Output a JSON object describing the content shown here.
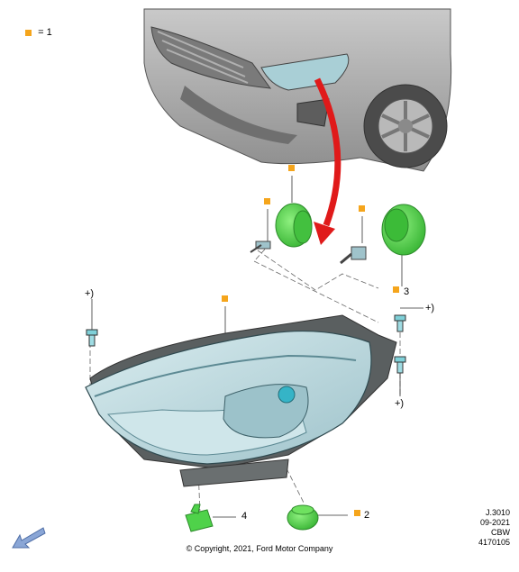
{
  "legend": {
    "equals_label": "=",
    "value": "1"
  },
  "callouts": {
    "item_2": "2",
    "item_3": "3",
    "item_4": "4",
    "plus_1": "+)",
    "plus_2": "+)",
    "plus_3": "+)"
  },
  "ref_code": {
    "line1": "J.3010",
    "line2": "09-2021",
    "line3": "CBW",
    "line4": "4170105"
  },
  "copyright": "© Copyright, 2021, Ford Motor Company",
  "colors": {
    "marker": "#f5a51c",
    "cover_green": "#4fd24a",
    "arrow_red": "#e01a1a",
    "lamp_tint": "#b9d6dc",
    "nav_arrow": "#8aa6d6"
  },
  "icons": {
    "back": "back-arrow-icon"
  }
}
